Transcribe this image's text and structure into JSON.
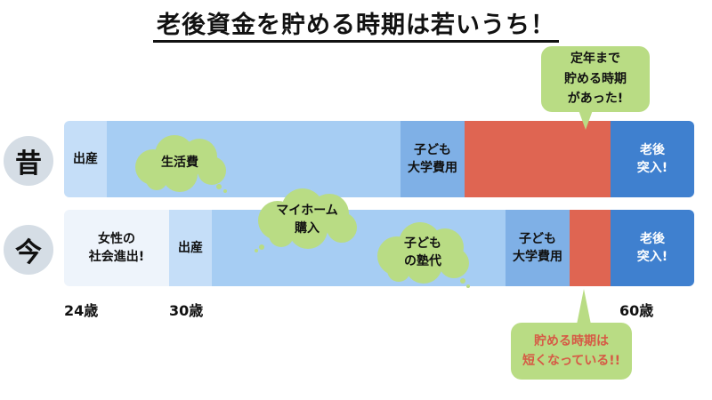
{
  "title": "老後資金を貯める時期は若いうち！",
  "past": {
    "label": "昔",
    "segments": {
      "birth": "出産",
      "college": "子ども\n大学費用",
      "saving": "",
      "retire": "老後\n突入!"
    },
    "cloud_living": "生活費"
  },
  "present": {
    "label": "今",
    "segments": {
      "work": "女性の\n社会進出!",
      "birth": "出産",
      "college": "子ども\n大学費用",
      "retire": "老後\n突入!"
    },
    "cloud_home": "マイホーム\n購入",
    "cloud_cram": "子ども\nの塾代"
  },
  "ages": {
    "a24": "24歳",
    "a30": "30歳",
    "a60": "60歳"
  },
  "callouts": {
    "past": "定年まで\n貯める時期\nがあった!",
    "present": "貯める時期は\n短くなっている!!"
  },
  "colors": {
    "pale_blue": "#c5def8",
    "light_blue": "#a6cdf3",
    "medium_blue": "#7fb0e6",
    "dark_blue": "#3f80cf",
    "red": "#df6552",
    "near_white": "#eef4fb",
    "green": "#b9dc84",
    "callout_red_text": "#d65a45",
    "era_circle": "#d5dde5"
  }
}
